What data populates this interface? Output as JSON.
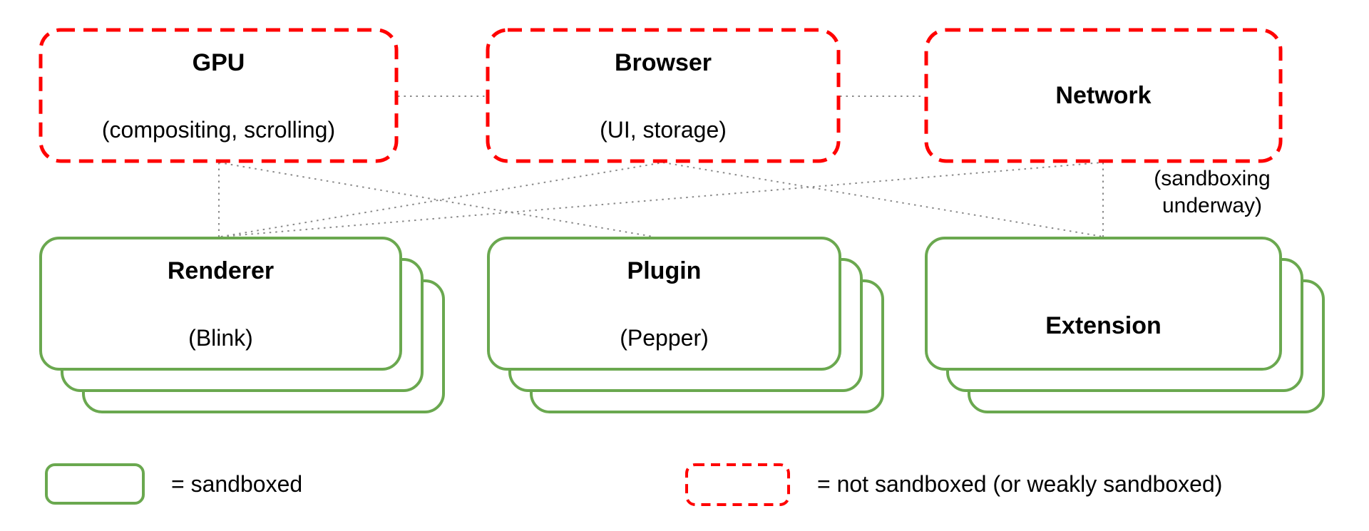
{
  "diagram": {
    "title_hint": "browser process architecture sandbox diagram",
    "colors": {
      "sandboxed_border": "#6aa84f",
      "not_sandboxed_border": "#ff0000",
      "connector": "#8a8a8a",
      "text": "#000000",
      "background": "#ffffff"
    },
    "top_row": [
      {
        "id": "gpu",
        "title": "GPU",
        "subtitle": "(compositing, scrolling)",
        "sandboxed": false
      },
      {
        "id": "browser",
        "title": "Browser",
        "subtitle": "(UI, storage)",
        "sandboxed": false
      },
      {
        "id": "network",
        "title": "Network",
        "subtitle": "",
        "sandboxed": false
      }
    ],
    "network_note": "(sandboxing underway)",
    "bottom_row": [
      {
        "id": "renderer",
        "title": "Renderer",
        "subtitle": "(Blink)",
        "sandboxed": true,
        "stacked": true
      },
      {
        "id": "plugin",
        "title": "Plugin",
        "subtitle": "(Pepper)",
        "sandboxed": true,
        "stacked": true
      },
      {
        "id": "extension",
        "title": "Extension",
        "subtitle": "",
        "sandboxed": true,
        "stacked": true
      }
    ],
    "edges": [
      {
        "from": "gpu",
        "to": "browser"
      },
      {
        "from": "browser",
        "to": "network"
      },
      {
        "from": "gpu",
        "to": "renderer"
      },
      {
        "from": "gpu",
        "to": "plugin"
      },
      {
        "from": "renderer",
        "to": "browser"
      },
      {
        "from": "renderer",
        "to": "network"
      },
      {
        "from": "browser",
        "to": "extension"
      },
      {
        "from": "network",
        "to": "extension"
      }
    ],
    "legend": {
      "sandboxed_label": "= sandboxed",
      "not_sandboxed_label": "= not sandboxed (or weakly sandboxed)"
    }
  }
}
